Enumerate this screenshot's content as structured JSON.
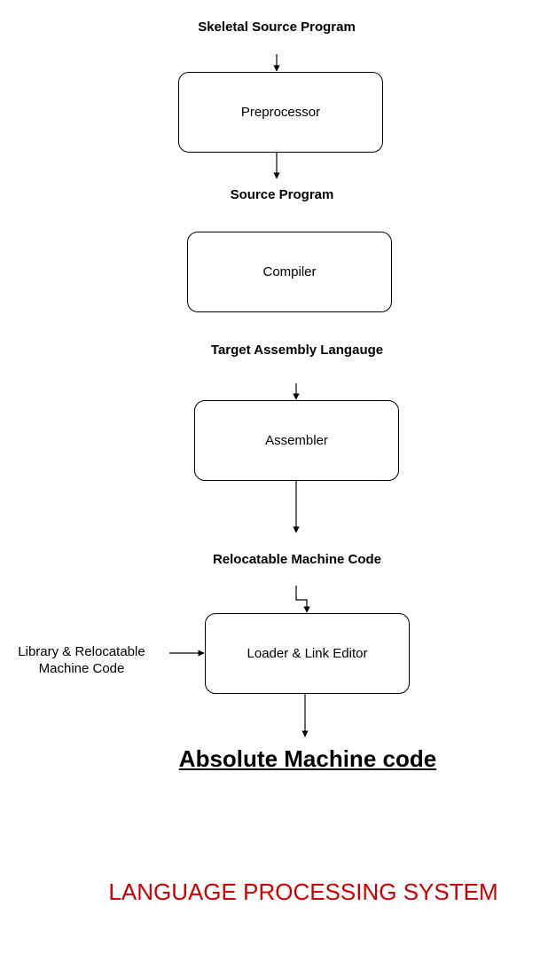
{
  "diagram": {
    "labels": {
      "skeletal_source": "Skeletal Source Program",
      "source_program": "Source Program",
      "target_assembly": "Target Assembly Langauge",
      "relocatable": "Relocatable Machine Code",
      "library_line1": "Library & Relocatable",
      "library_line2": "Machine Code"
    },
    "boxes": {
      "preprocessor": "Preprocessor",
      "compiler": "Compiler",
      "assembler": "Assembler",
      "loader": "Loader & Link Editor"
    },
    "result": "Absolute Machine code"
  },
  "footer": {
    "title": "LANGUAGE PROCESSING SYSTEM",
    "color": "#cc0000"
  }
}
